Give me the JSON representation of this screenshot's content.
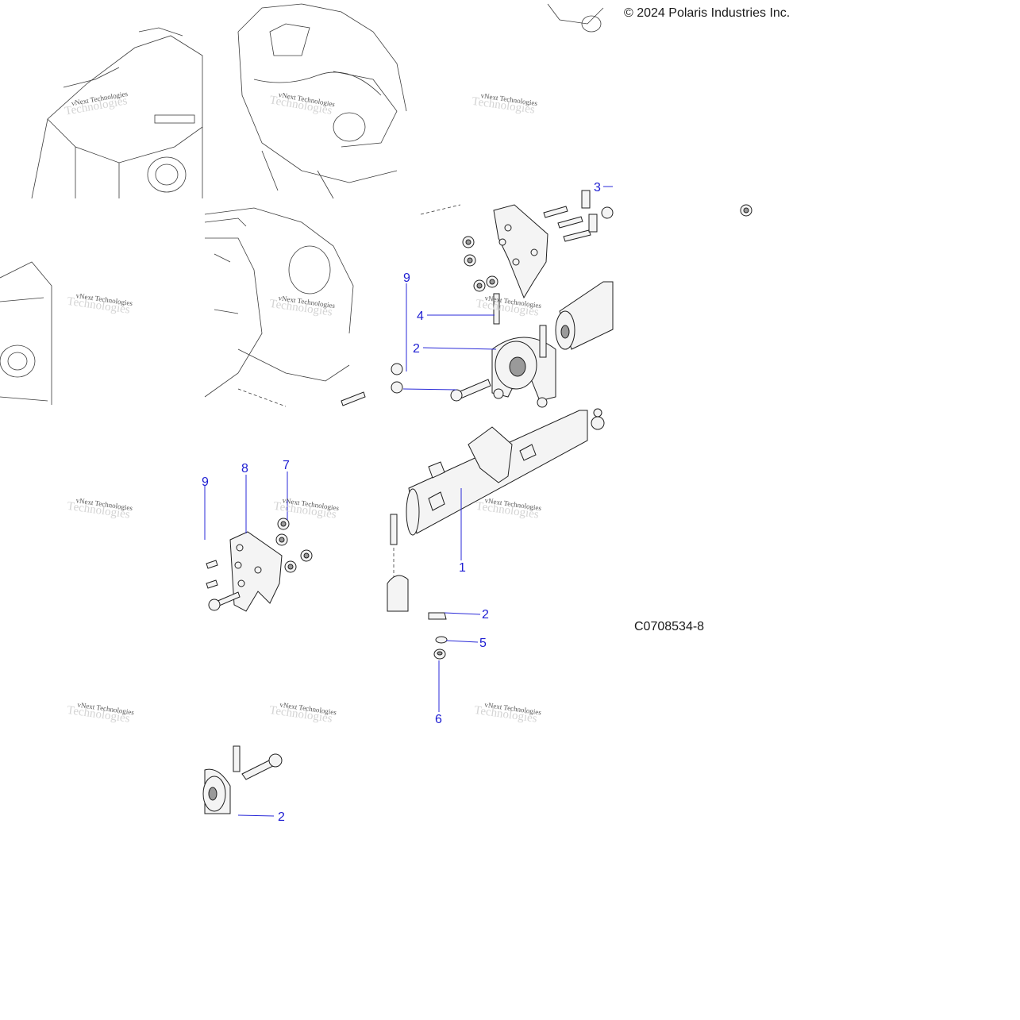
{
  "header": {
    "copyright": "© 2024 Polaris Industries Inc."
  },
  "figure": {
    "code": "C0708534-8"
  },
  "watermark": {
    "brand": "vNext Technologies",
    "shadow": "Technologies"
  },
  "callouts": {
    "c1": "1",
    "c2a": "2",
    "c2b": "2",
    "c2c": "2",
    "c3": "3",
    "c4": "4",
    "c5": "5",
    "c6": "6",
    "c7": "7",
    "c8": "8",
    "c9a": "9",
    "c9b": "9"
  },
  "colors": {
    "callout": "#1c1cd2",
    "leader": "#2a2ad8",
    "linework": "#1f1f1f"
  }
}
